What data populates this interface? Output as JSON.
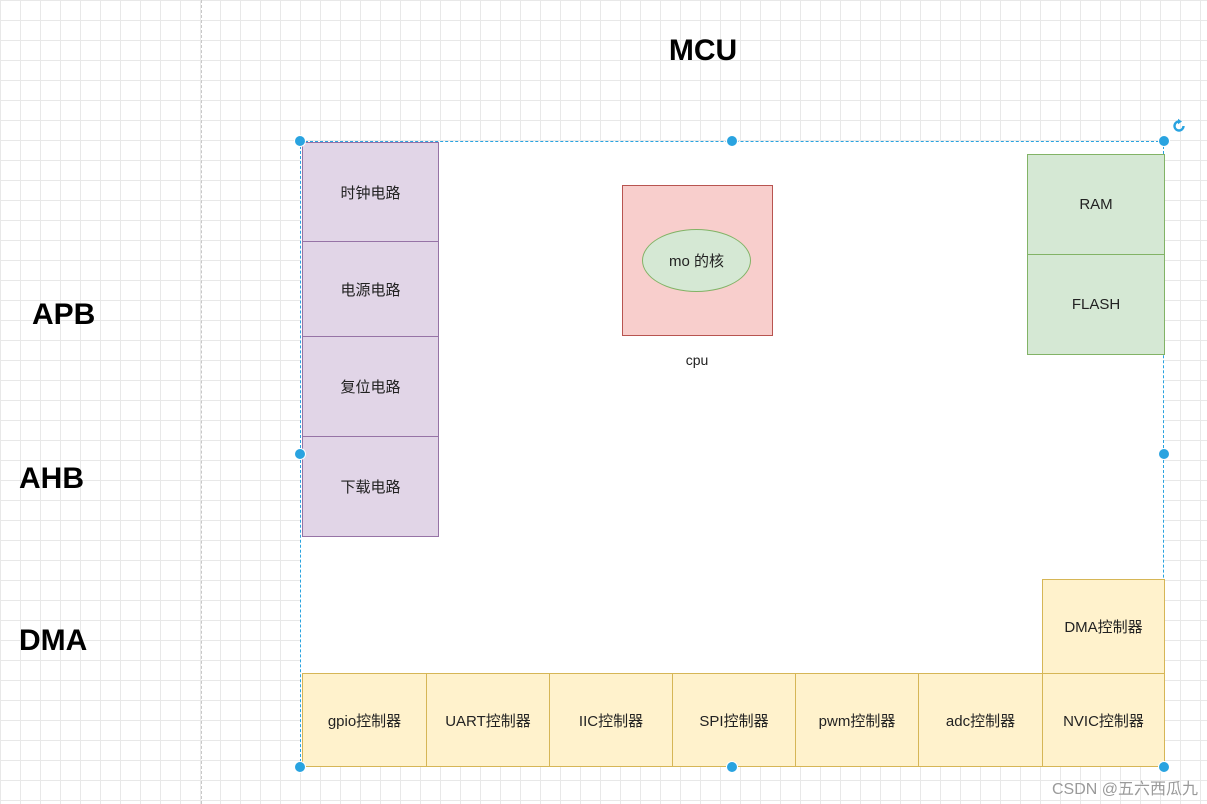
{
  "title": "MCU",
  "side_labels": {
    "apb": "APB",
    "ahb": "AHB",
    "dma": "DMA"
  },
  "left_circuits": [
    "时钟电路",
    "电源电路",
    "复位电路",
    "下载电路"
  ],
  "memory": {
    "ram": "RAM",
    "flash": "FLASH"
  },
  "cpu": {
    "core": "mo 的核",
    "label": "cpu"
  },
  "dma_controller": "DMA控制器",
  "controllers": [
    "gpio控制器",
    "UART控制器",
    "IIC控制器",
    "SPI控制器",
    "pwm控制器",
    "adc控制器",
    "NVIC控制器"
  ],
  "watermark": "CSDN @五六西瓜九",
  "colors": {
    "purple_fill": "#e1d5e7",
    "purple_stroke": "#9673a6",
    "green_fill": "#d5e8d4",
    "green_stroke": "#82b366",
    "red_fill": "#f8cecc",
    "red_stroke": "#b85450",
    "yellow_fill": "#fff2cc",
    "yellow_stroke": "#d6b656",
    "selection": "#29a3e0"
  }
}
